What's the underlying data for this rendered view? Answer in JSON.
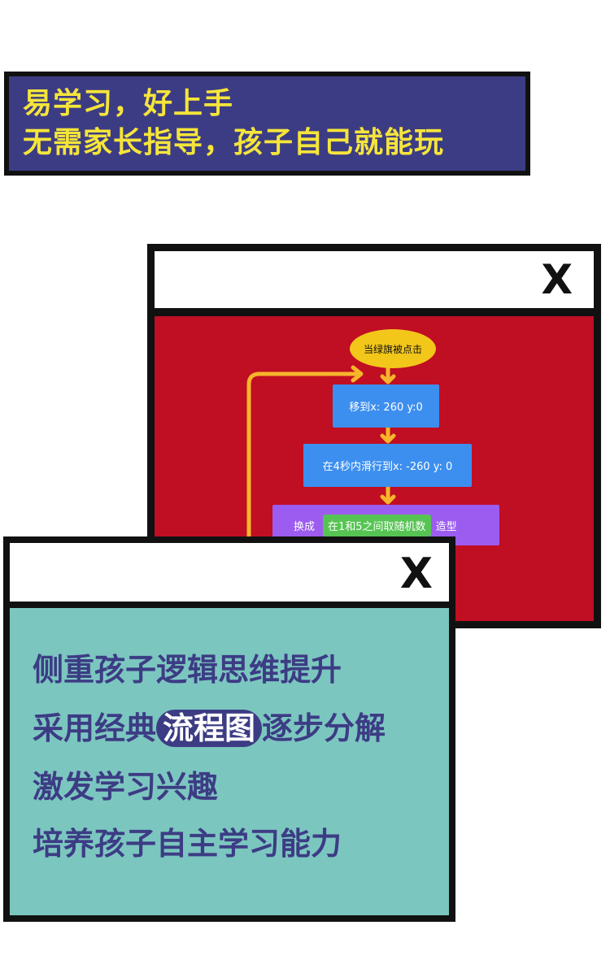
{
  "headline": {
    "line1": "易学习，好上手",
    "line2": "无需家长指导，孩子自己就能玩"
  },
  "back_window": {
    "close_label": "X",
    "flowchart": {
      "start": "当绿旗被点击",
      "step1": "移到x: 260 y:0",
      "step2": "在4秒内滑行到x: -260 y: 0",
      "step3_prefix": "换成",
      "step3_random": "在1和5之间取随机数",
      "step3_suffix": "造型"
    }
  },
  "front_window": {
    "close_label": "X",
    "features": {
      "line1": "侧重孩子逻辑思维提升",
      "line2_prefix": "采用经典",
      "line2_highlight": "流程图",
      "line2_suffix": "逐步分解",
      "line3": "激发学习兴趣",
      "line4": "培养孩子自主学习能力"
    }
  },
  "colors": {
    "headline_bg": "#3c3c84",
    "headline_text": "#f5e53a",
    "back_content": "#c00e22",
    "front_content": "#7cc6c0",
    "feature_text": "#3c3c84",
    "flow_arrow": "#f6b52a",
    "motion_block": "#3d8fef",
    "looks_block": "#9c5cf0",
    "operator_block": "#56c453",
    "event_block": "#f2c71a"
  }
}
